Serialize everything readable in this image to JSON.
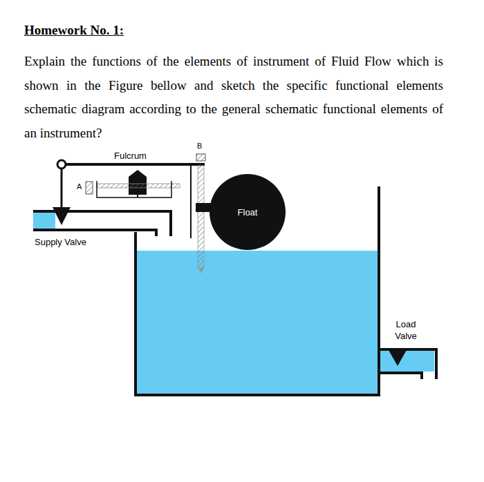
{
  "diagram": {
    "title": "Homework No. 1:",
    "nodes": [
      {
        "text": [
          "Float"
        ]
      }
    ],
    "labels": [
      "Explain the functions of the elements of instrument of Fluid Flow which is shown in the Figure bellow and sketch the specific functional elements schematic diagram according to the general schematic functional elements of an instrument?",
      "Fulcrum",
      "B",
      "A",
      "Supply Valve",
      "Load Valve"
    ]
  }
}
